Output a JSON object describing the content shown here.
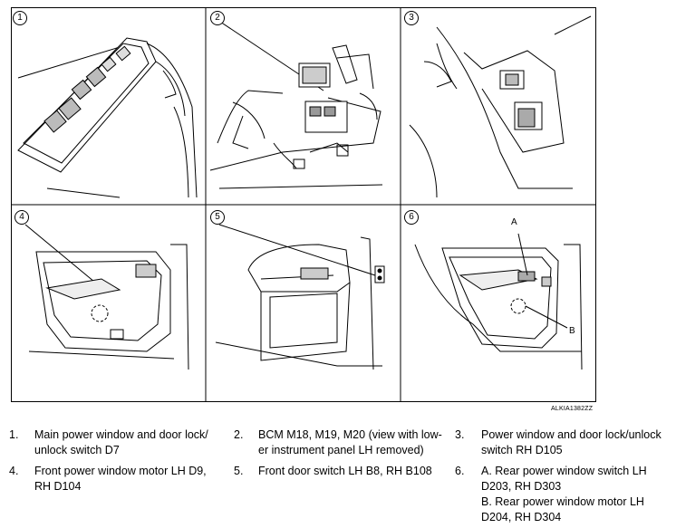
{
  "figure_code": "ALKIA1382ZZ",
  "panels": [
    {
      "number": "1"
    },
    {
      "number": "2"
    },
    {
      "number": "3"
    },
    {
      "number": "4"
    },
    {
      "number": "5"
    },
    {
      "number": "6",
      "callout_a": "A",
      "callout_b": "B"
    }
  ],
  "legend": [
    {
      "num": "1.",
      "lines": [
        "Main power window and door lock/",
        "unlock switch D7"
      ]
    },
    {
      "num": "2.",
      "lines": [
        "BCM M18, M19, M20 (view with low-",
        "er instrument panel LH removed)"
      ]
    },
    {
      "num": "3.",
      "lines": [
        "Power window  and door lock/unlock",
        "switch RH D105"
      ]
    },
    {
      "num": "4.",
      "lines": [
        "Front power window motor LH D9,",
        "RH D104"
      ]
    },
    {
      "num": "5.",
      "lines": [
        "Front door switch LH B8, RH B108"
      ]
    },
    {
      "num": "6.",
      "lines": [
        "A. Rear power window switch LH",
        "D203, RH D303",
        "B. Rear power window motor LH",
        "D204, RH D304"
      ]
    }
  ]
}
